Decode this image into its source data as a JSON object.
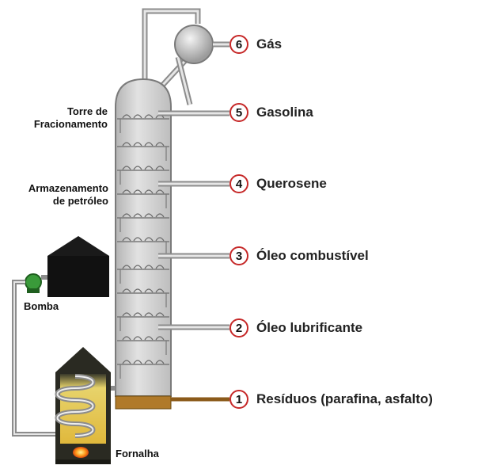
{
  "labels": {
    "tower": [
      "Torre de",
      "Fracionamento"
    ],
    "storage": [
      "Armazenamento",
      "de petróleo"
    ],
    "pump": "Bomba",
    "furnace": "Fornalha"
  },
  "products": [
    {
      "num": "6",
      "name": "Gás"
    },
    {
      "num": "5",
      "name": "Gasolina"
    },
    {
      "num": "4",
      "name": "Querosene"
    },
    {
      "num": "3",
      "name": "Óleo combustível"
    },
    {
      "num": "2",
      "name": "Óleo lubrificante"
    },
    {
      "num": "1",
      "name": "Resíduos (parafina, asfalto)"
    }
  ],
  "colors": {
    "pipe": "#9a9a9a",
    "tower_body": "#c9c9c9",
    "residue_pipe": "#8b5a1a",
    "circle_border": "#c62828",
    "furnace_fill": "#e8c84a",
    "tank": "#111111",
    "pump": "#3a9a3a"
  }
}
